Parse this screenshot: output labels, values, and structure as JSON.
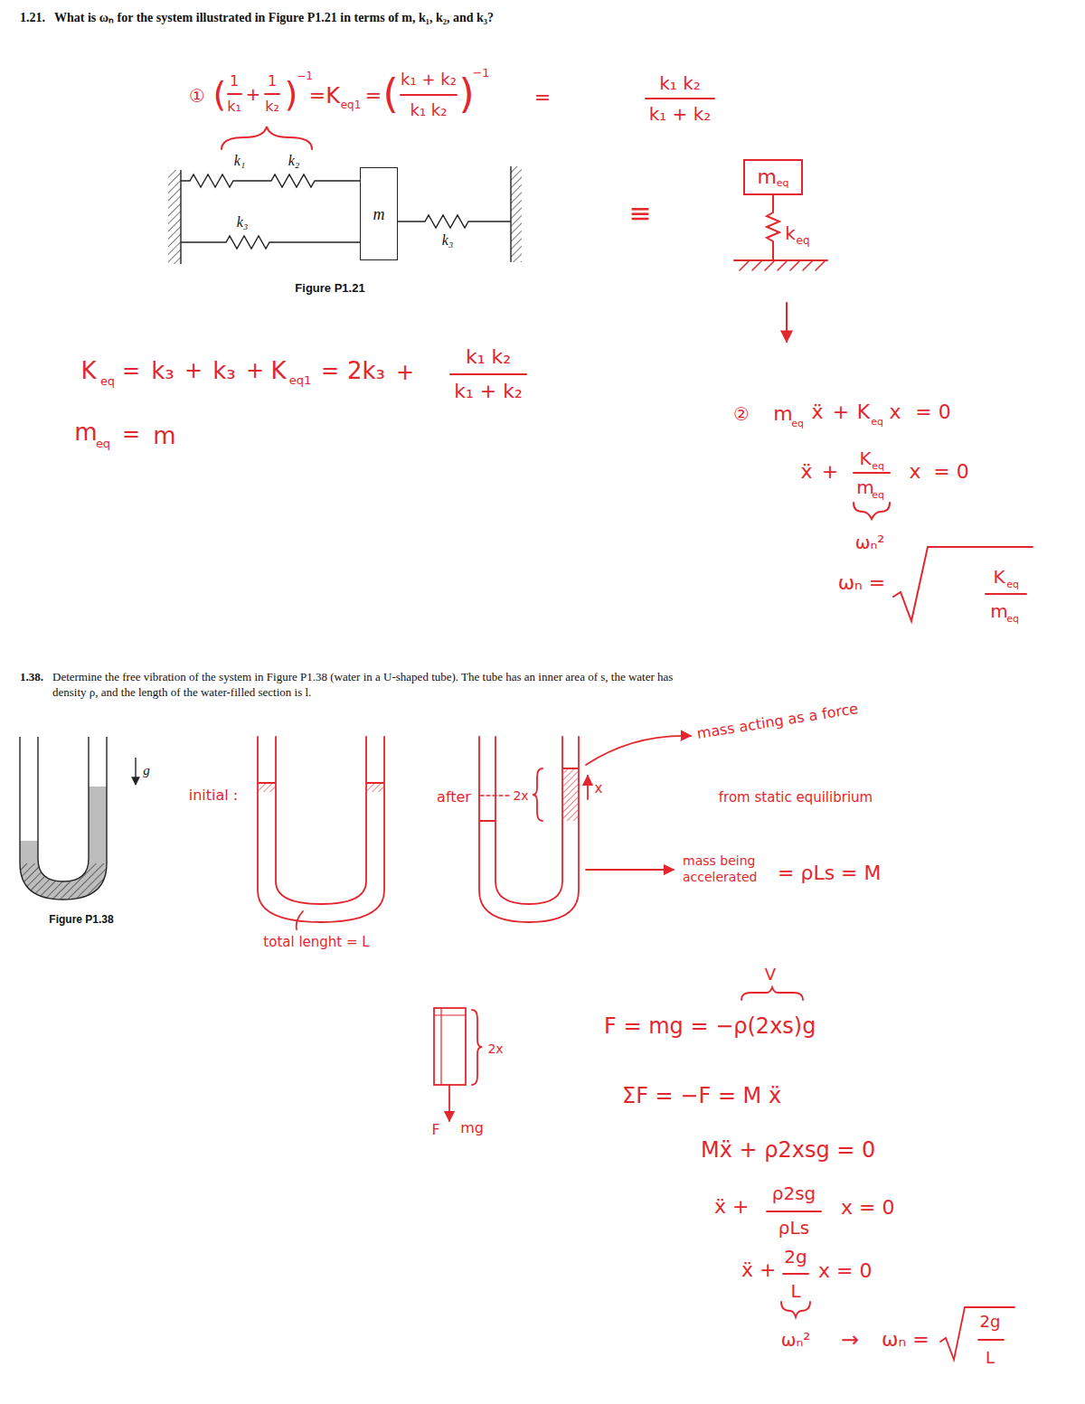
{
  "diagram": {
    "nodes": [
      {
        "text": [
          "m"
        ]
      },
      {
        "text": [
          "m",
          "eq"
        ]
      }
    ],
    "labels": [
      "1.21.",
      "What is ωₙ for the system illustrated in Figure P1.21 in terms of m, k₁, k₂, and k₃?",
      "①",
      "(",
      "1",
      "k₁",
      "+",
      "1",
      "k₂",
      ")",
      "−1",
      "=",
      "K",
      "eq1",
      "=",
      "(",
      "k₁ + k₂",
      "k₁ k₂",
      ")",
      "−1",
      "=",
      "k₁ k₂",
      "k₁ + k₂",
      "k₁",
      "k₂",
      "k₃",
      "k₃",
      "Figure P1.21",
      "≡",
      "k",
      "eq",
      "K",
      "eq",
      "=",
      "k₃",
      "+",
      "k₃",
      "+",
      "K",
      "eq1",
      "=",
      "2k₃",
      "+",
      "k₁ k₂",
      "k₁ + k₂",
      "m",
      "eq",
      "=",
      "m",
      "②",
      "m",
      "eq",
      "ẍ",
      "+",
      "K",
      "eq",
      "x",
      "= 0",
      "ẍ",
      "+",
      "K",
      "eq",
      "m",
      "eq",
      "x",
      "= 0",
      "ωₙ²",
      "ωₙ =",
      "K",
      "eq",
      "m",
      "eq",
      "1.38.",
      "Determine the free vibration of the system in Figure P1.38 (water in a U-shaped tube). The tube has an inner area of s, the water has density ρ, and the length of the water-filled section is l.",
      "Figure P1.38",
      "g",
      "initial :",
      "total lenght = L",
      "after",
      "2x",
      "x",
      "mass acting as a force",
      "from static equilibrium",
      "mass being accelerated",
      "= ρLs = M",
      "2x",
      "F",
      "mg",
      "V",
      "F = mg = −ρ(2xs)g",
      "ΣF = −F = M ẍ",
      "Mẍ + ρ2xsg = 0",
      "ẍ +",
      "ρ2sg",
      "ρLs",
      "x = 0",
      "ẍ +",
      "2g",
      "L",
      "x = 0",
      "ωₙ²",
      "→",
      "ωₙ =",
      "2g",
      "L"
    ]
  }
}
